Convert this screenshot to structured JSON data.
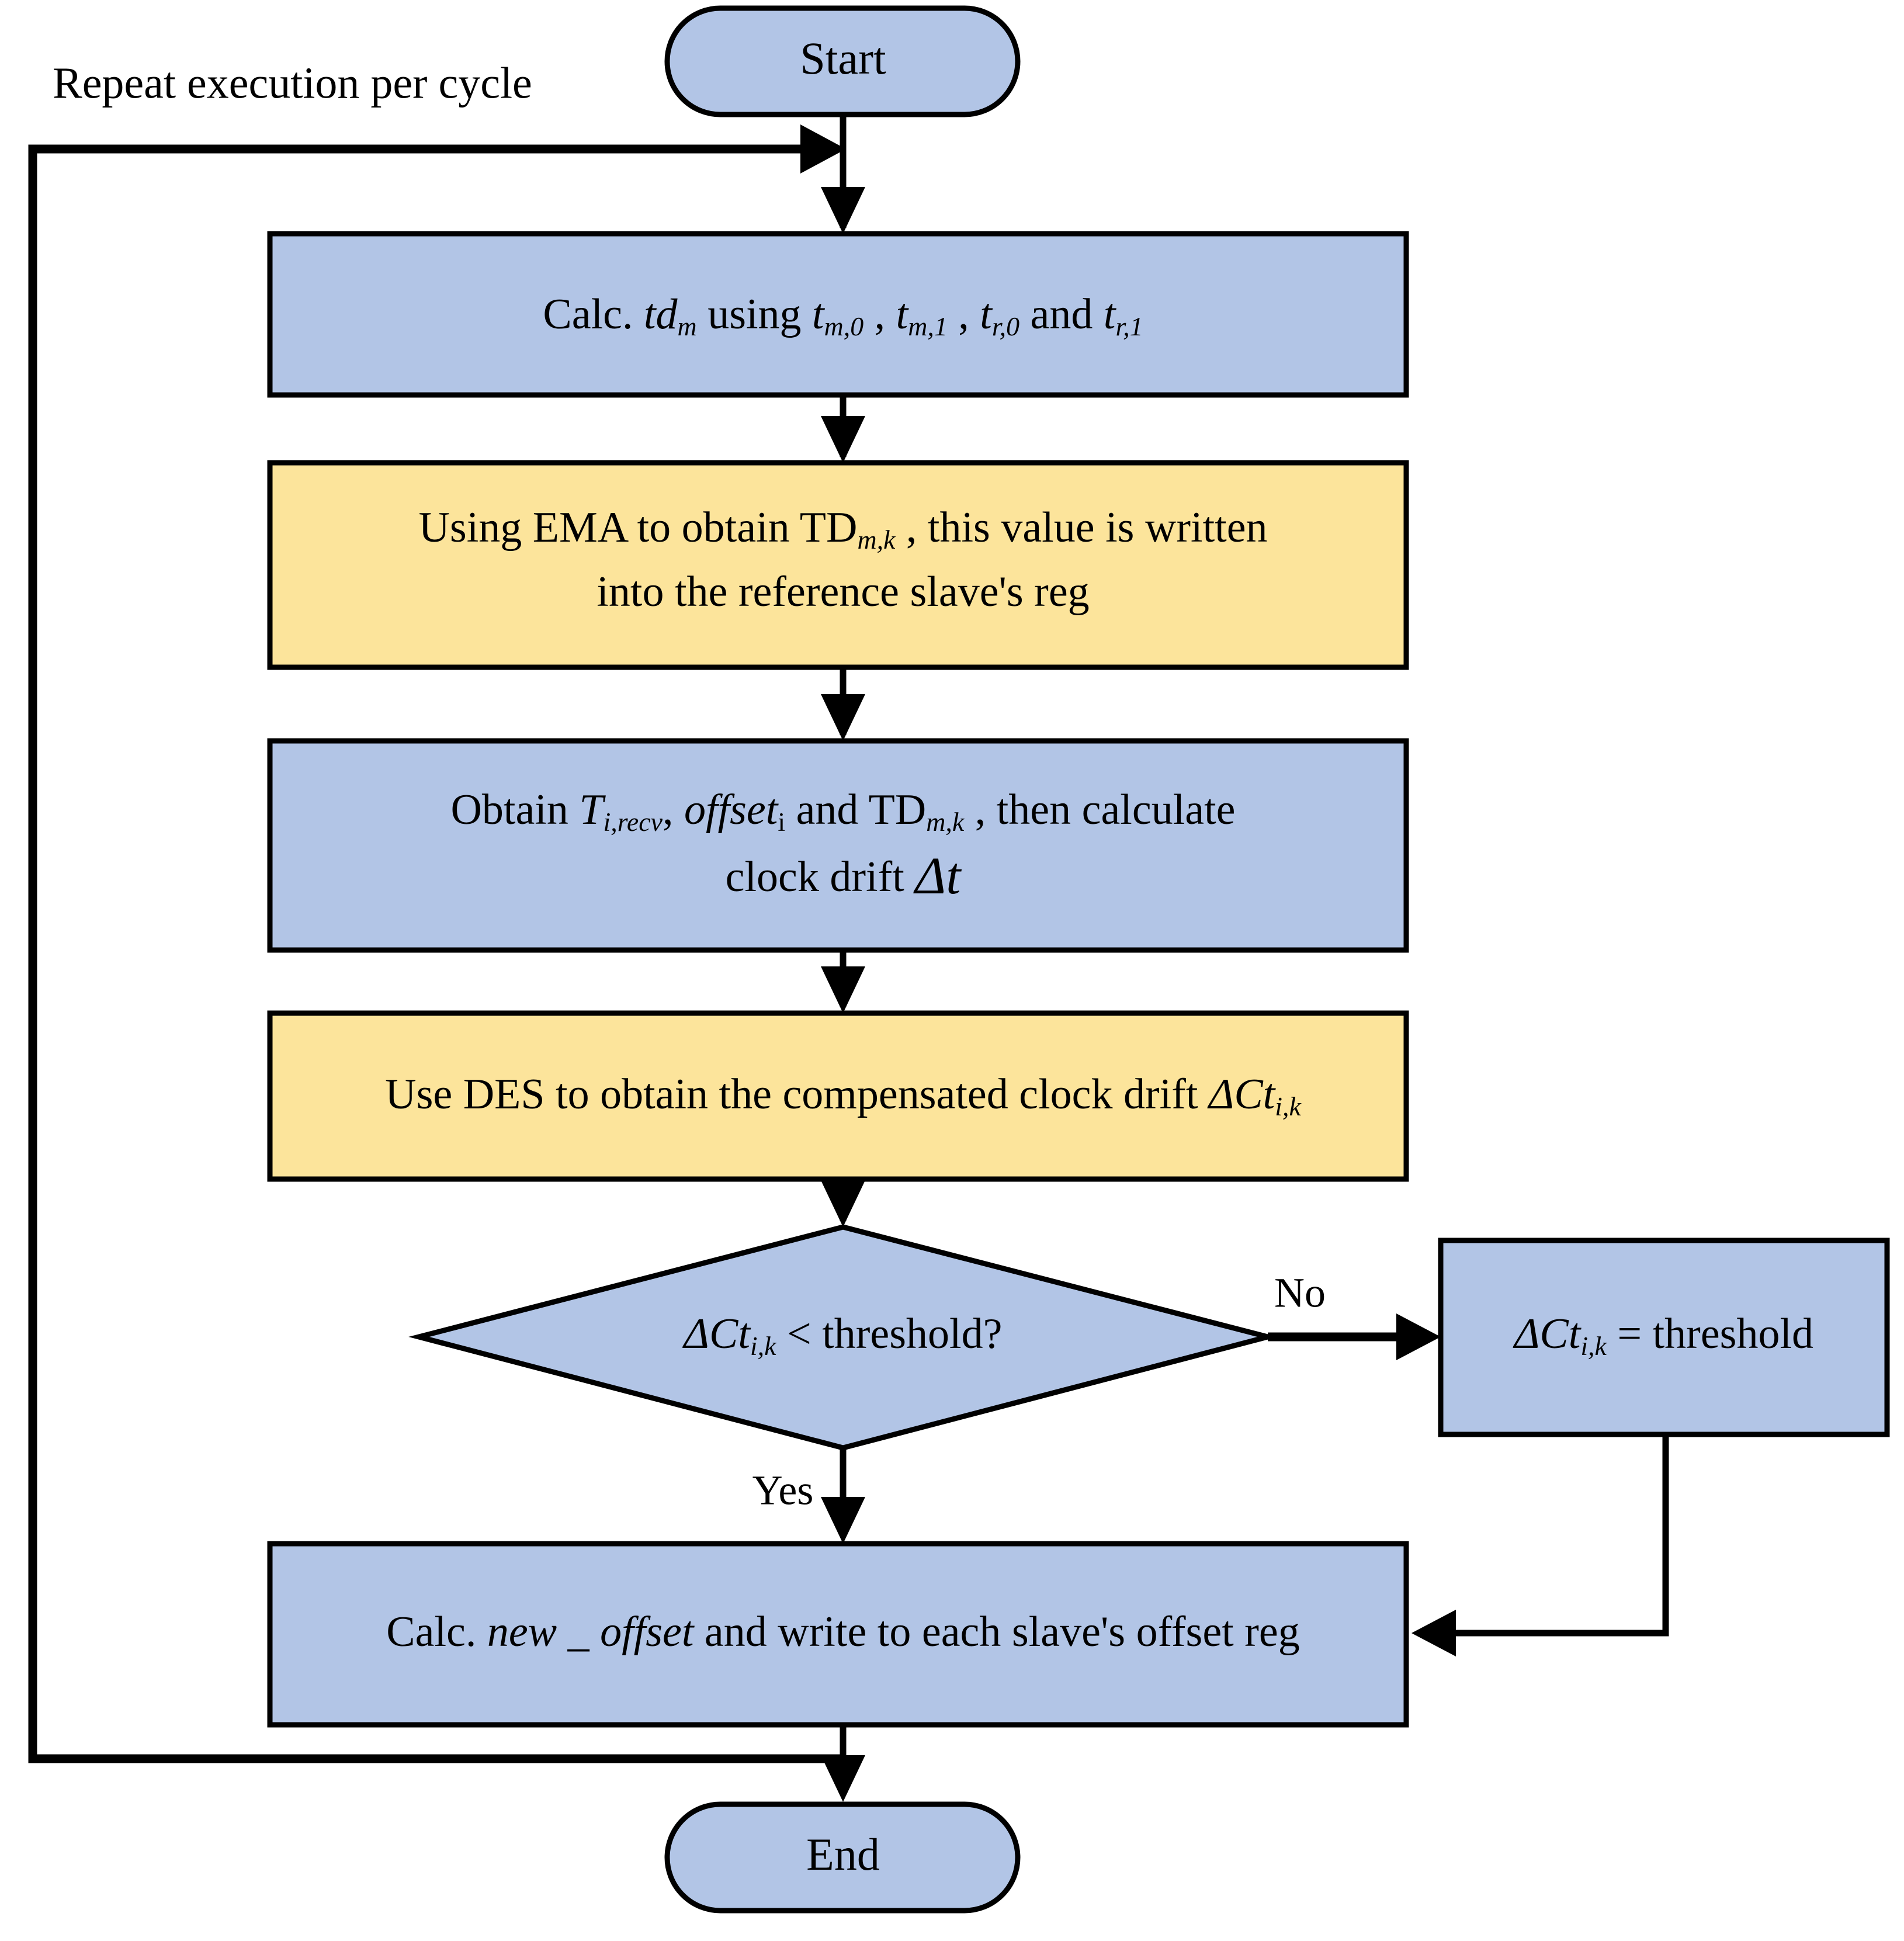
{
  "diagram": {
    "title_caption": "Repeat execution per cycle",
    "colors": {
      "process_blue": "#b2c5e6",
      "process_yellow": "#fce49b",
      "stroke": "#000000",
      "background": "#ffffff"
    },
    "nodes": {
      "start": {
        "label": "Start",
        "shape": "stadium",
        "fill": "#b2c5e6"
      },
      "calc_td": {
        "shape": "rect",
        "fill": "#b2c5e6",
        "text_plain": "Calc. td_m using t_m,0 , t_m,1 , t_r,0 and t_r,1",
        "parts": {
          "p1": "Calc. ",
          "var1": "td",
          "var1_sub": "m",
          "p2": " using ",
          "var2": "t",
          "var2_sub": "m,0",
          "p3": " , ",
          "var3": "t",
          "var3_sub": "m,1",
          "p4": " , ",
          "var4": "t",
          "var4_sub": "r,0",
          "p5": " and ",
          "var5": "t",
          "var5_sub": "r,1"
        }
      },
      "ema": {
        "shape": "rect",
        "fill": "#fce49b",
        "text_plain": "Using EMA to obtain TD_m,k , this value is written into the reference slave's reg",
        "line1_parts": {
          "p1": "Using EMA to obtain TD",
          "sub1": "m,k",
          "p2": " , this value is written"
        },
        "line2": "into the reference slave's reg"
      },
      "obtain_drift": {
        "shape": "rect",
        "fill": "#b2c5e6",
        "text_plain": "Obtain T_i,recv , offset_i and TD_m,k , then calculate clock drift Δt",
        "line1_parts": {
          "p1": "Obtain ",
          "var1": "T",
          "sub1": "i,recv",
          "p2": ",  ",
          "var2": "offset",
          "sub2": "i",
          "p3": " and  TD",
          "sub3": "m,k",
          "p4": " , then calculate"
        },
        "line2_parts": {
          "p1": "clock drift ",
          "var1": "Δt"
        }
      },
      "des": {
        "shape": "rect",
        "fill": "#fce49b",
        "text_plain": "Use DES to obtain the compensated clock drift ΔCt_i,k",
        "parts": {
          "p1": "Use DES to obtain the compensated clock drift ",
          "var1": "ΔCt",
          "sub1": "i,k"
        }
      },
      "decision": {
        "shape": "diamond",
        "fill": "#b2c5e6",
        "text_plain": "ΔCt_i,k < threshold?",
        "parts": {
          "var1": "ΔCt",
          "sub1": "i,k",
          "p1": " < threshold?"
        }
      },
      "clamp": {
        "shape": "rect",
        "fill": "#b2c5e6",
        "text_plain": "ΔCt_i,k = threshold",
        "parts": {
          "var1": "ΔCt",
          "sub1": "i,k",
          "p1": " = threshold"
        }
      },
      "new_offset": {
        "shape": "rect",
        "fill": "#b2c5e6",
        "text_plain": "Calc. new_offset and write to each slave's offset reg",
        "parts": {
          "p1": "Calc. ",
          "var1": "new _ offset",
          "p2": " and write to each slave's offset reg"
        }
      },
      "end": {
        "label": "End",
        "shape": "stadium",
        "fill": "#b2c5e6"
      }
    },
    "edge_labels": {
      "no": "No",
      "yes": "Yes"
    }
  }
}
